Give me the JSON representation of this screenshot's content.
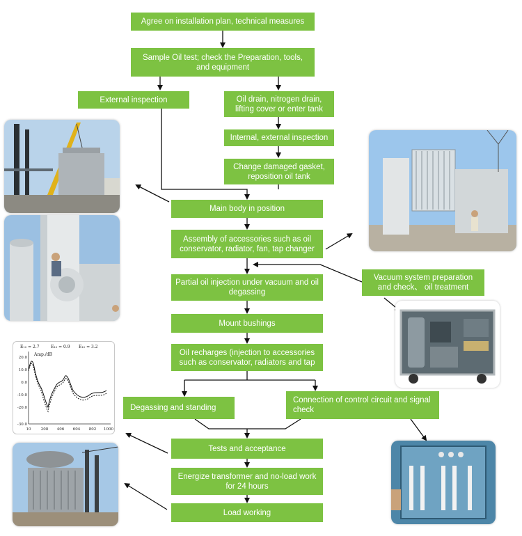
{
  "steps": {
    "agree": "Agree on installation plan, technical measures",
    "sample": "Sample Oil test; check the Preparation, tools, and equipment",
    "external": "External inspection",
    "drain": "Oil drain, nitrogen drain, lifting cover or enter tank",
    "internal": "Internal, external inspection",
    "gasket": "Change damaged gasket, reposition oil tank",
    "main_body": "Main body in position",
    "assembly": "Assembly of accessories such as oil conservator, radiator, fan, tap changer",
    "vacuum": "Vacuum system preparation and check、 oil treatment",
    "partial": "Partial oil injection under vacuum and oil degassing",
    "mount": "Mount bushings",
    "recharge": "Oil recharges (injection to accessories such as conservator, radiators and tap",
    "degassing": "Degassing and standing",
    "connection": "Connection of control circuit and signal check",
    "tests": "Tests and acceptance",
    "energize": "Energize transformer and no-load work for 24 hours",
    "load": "Load working"
  },
  "graph": {
    "legend_1": "E₁₀ = 2.7",
    "legend_2": "E₁₀ = 0.9",
    "legend_3": "E₁₀ = 3.2",
    "ylabel": "Amp./dB",
    "y_ticks": [
      "20.0",
      "10.0",
      "0.0",
      "-10.0",
      "-20.0",
      "-30.0"
    ],
    "x_ticks": [
      "10",
      "208",
      "406",
      "604",
      "802",
      "1000"
    ]
  },
  "colors": {
    "box": "#7dc242",
    "box_text": "#ffffff",
    "arrow": "#111111"
  }
}
